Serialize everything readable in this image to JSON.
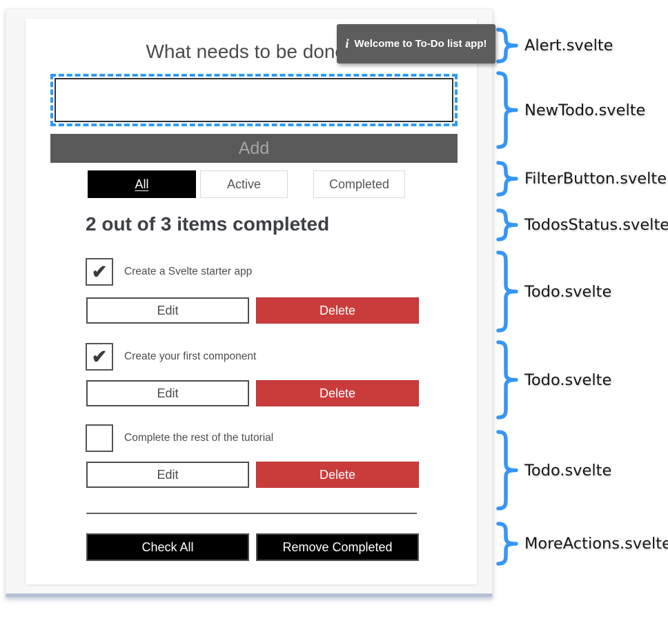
{
  "app": {
    "heading": "What needs to be done?",
    "alert": {
      "icon": "info-icon",
      "icon_glyph": "i",
      "text": "Welcome to To-Do list app!"
    },
    "new_todo": {
      "input_value": "",
      "add_label": "Add"
    },
    "filters": [
      {
        "label": "All",
        "selected": true
      },
      {
        "label": "Active",
        "selected": false
      },
      {
        "label": "Completed",
        "selected": false
      }
    ],
    "status_heading": "2 out of 3 items completed",
    "todos": [
      {
        "label": "Create a Svelte starter app",
        "checked": true,
        "checkmark": "✔",
        "edit_label": "Edit",
        "delete_label": "Delete"
      },
      {
        "label": "Create your first component",
        "checked": true,
        "checkmark": "✔",
        "edit_label": "Edit",
        "delete_label": "Delete"
      },
      {
        "label": "Complete the rest of the tutorial",
        "checked": false,
        "checkmark": "",
        "edit_label": "Edit",
        "delete_label": "Delete"
      }
    ],
    "more_actions": {
      "check_all_label": "Check All",
      "remove_completed_label": "Remove Completed"
    }
  },
  "annotations": [
    {
      "label": "Alert.svelte"
    },
    {
      "label": "NewTodo.svelte"
    },
    {
      "label": "FilterButton.svelte"
    },
    {
      "label": "TodosStatus.svelte"
    },
    {
      "label": "Todo.svelte"
    },
    {
      "label": "Todo.svelte"
    },
    {
      "label": "Todo.svelte"
    },
    {
      "label": "MoreActions.svelte"
    }
  ],
  "colors": {
    "brace_blue": "#3596f6",
    "focus_outline_blue": "#2e9af3",
    "danger_red": "#ca3c3c",
    "dark_button_gray": "#595959",
    "tooltip_gray": "#5d5d5d",
    "selected_black": "#000000",
    "window_edge_blue": "#b6c0d6"
  }
}
